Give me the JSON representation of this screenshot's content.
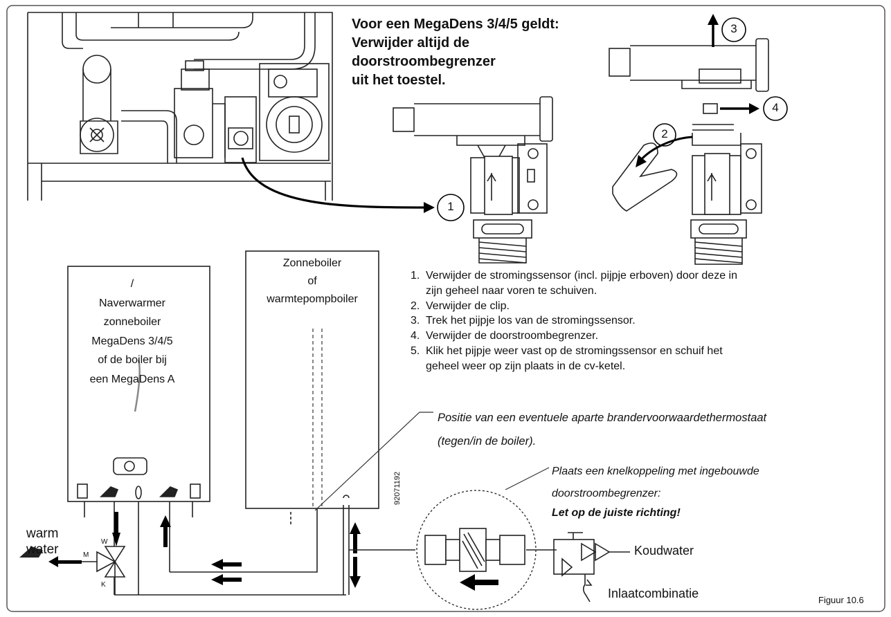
{
  "heading": {
    "line1": "Voor een MegaDens 3/4/5 geldt:",
    "line2": "Verwijder altijd de",
    "line3": "doorstroombegrenzer",
    "line4": "uit het toestel."
  },
  "callouts": {
    "n1": "1",
    "n2": "2",
    "n3": "3",
    "n4": "4"
  },
  "steps": [
    {
      "num": "1.",
      "line1": "Verwijder de stromingssensor (incl. pijpje erboven) door deze in",
      "line2": "zijn geheel naar voren te schuiven."
    },
    {
      "num": "2.",
      "line1": "Verwijder de clip.",
      "line2": ""
    },
    {
      "num": "3.",
      "line1": "Trek het pijpje los van de stromingssensor.",
      "line2": ""
    },
    {
      "num": "4.",
      "line1": "Verwijder de doorstroombegrenzer.",
      "line2": ""
    },
    {
      "num": "5.",
      "line1": "Klik het pijpje weer vast op de stromingssensor en schuif het",
      "line2": "geheel weer op zijn plaats in de cv-ketel."
    }
  ],
  "boiler_left": {
    "slash": "/",
    "l1": "Naverwarmer",
    "l2": "zonneboiler",
    "l3": "MegaDens 3/4/5",
    "l4": "of de boiler bij",
    "l5": "een MegaDens A"
  },
  "boiler_right": {
    "l1": "Zonneboiler",
    "l2": "of",
    "l3": "warmtepompboiler"
  },
  "position_note": {
    "l1": "Positie van een eventuele aparte brandervoorwaardethermostaat",
    "l2": "(tegen/in de boiler)."
  },
  "coupling_note": {
    "l1": "Plaats een knelkoppeling met ingebouwde",
    "l2": "doorstroombegrenzer:",
    "l3": "Let op de juiste richting!"
  },
  "warm_water": {
    "l1": "warm",
    "l2": "water"
  },
  "valve_labels": {
    "w": "W",
    "m": "M",
    "k": "K"
  },
  "koudwater": "Koudwater",
  "inlaatcombinatie": "Inlaatcombinatie",
  "figure_label": "Figuur 10.6",
  "drawing_code": "92071192"
}
